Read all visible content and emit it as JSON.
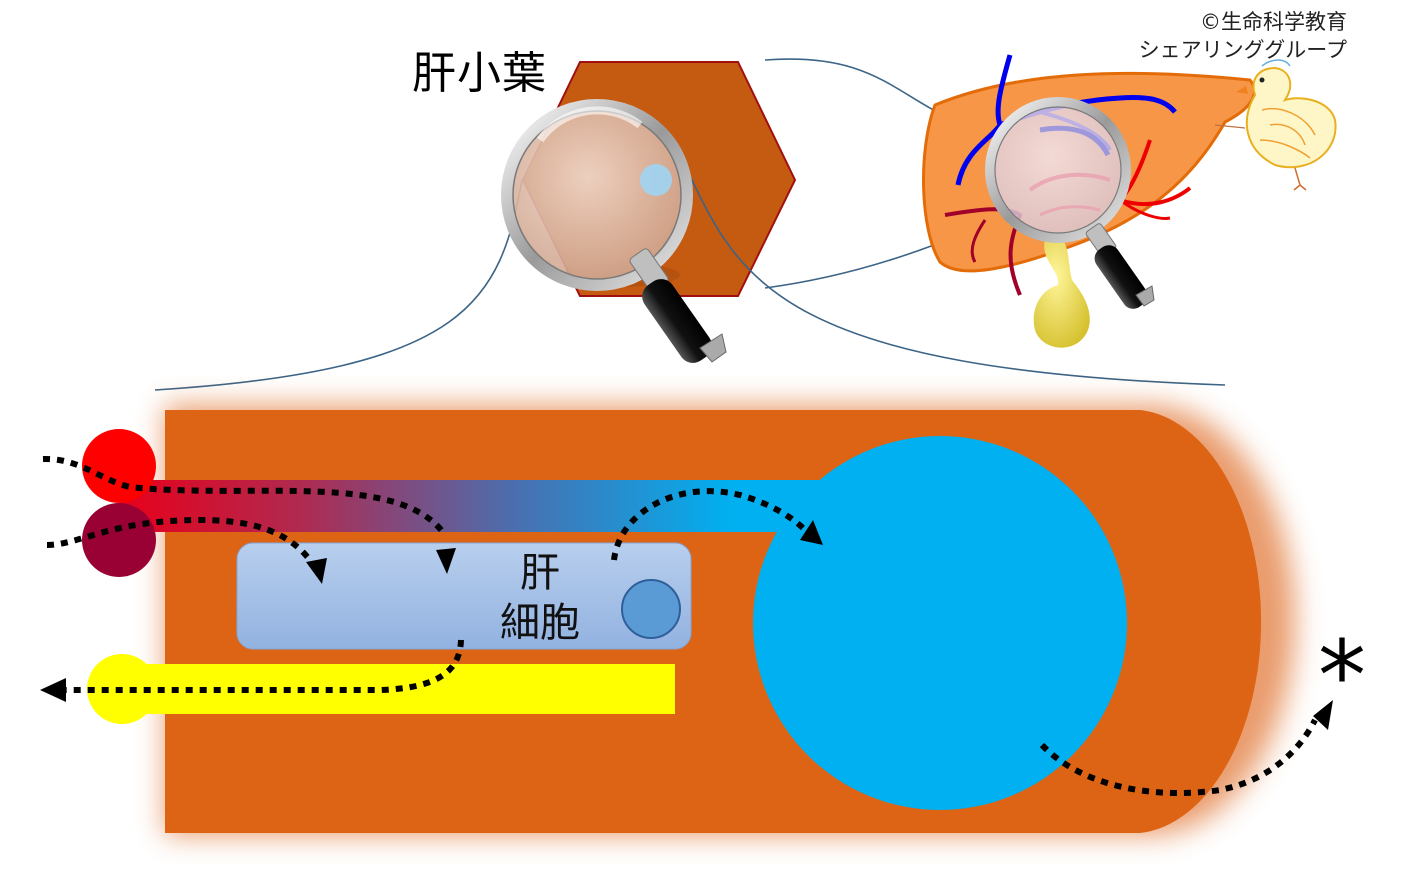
{
  "labels": {
    "lobule": "肝小葉",
    "hepatocyte_line1": "肝",
    "hepatocyte_line2": "細胞",
    "asterisk": "*"
  },
  "credit": {
    "line1": "©生命科学教育",
    "line2": "シェアリンググループ"
  },
  "colors": {
    "lobule_fill": "#c55a11",
    "lobule_stroke": "#a01010",
    "tissue": "#dd6414",
    "artery": "#ff0000",
    "portal_vein": "#990033",
    "bile_duct": "#ffff00",
    "central_vein": "#00b0f0",
    "hepatocyte": "#a9c4e6",
    "nucleus": "#5b9bd5",
    "liver": "#f79646",
    "gallbladder": "#e8d84a",
    "vessel_blue": "#0000ee",
    "vessel_red": "#ee0000",
    "vessel_darkred": "#a0002a",
    "arrow": "#000000"
  },
  "icons": {
    "magnifier": "magnifying-glass-icon",
    "chick": "chick-drawing-icon",
    "liver": "liver-organ-icon"
  }
}
